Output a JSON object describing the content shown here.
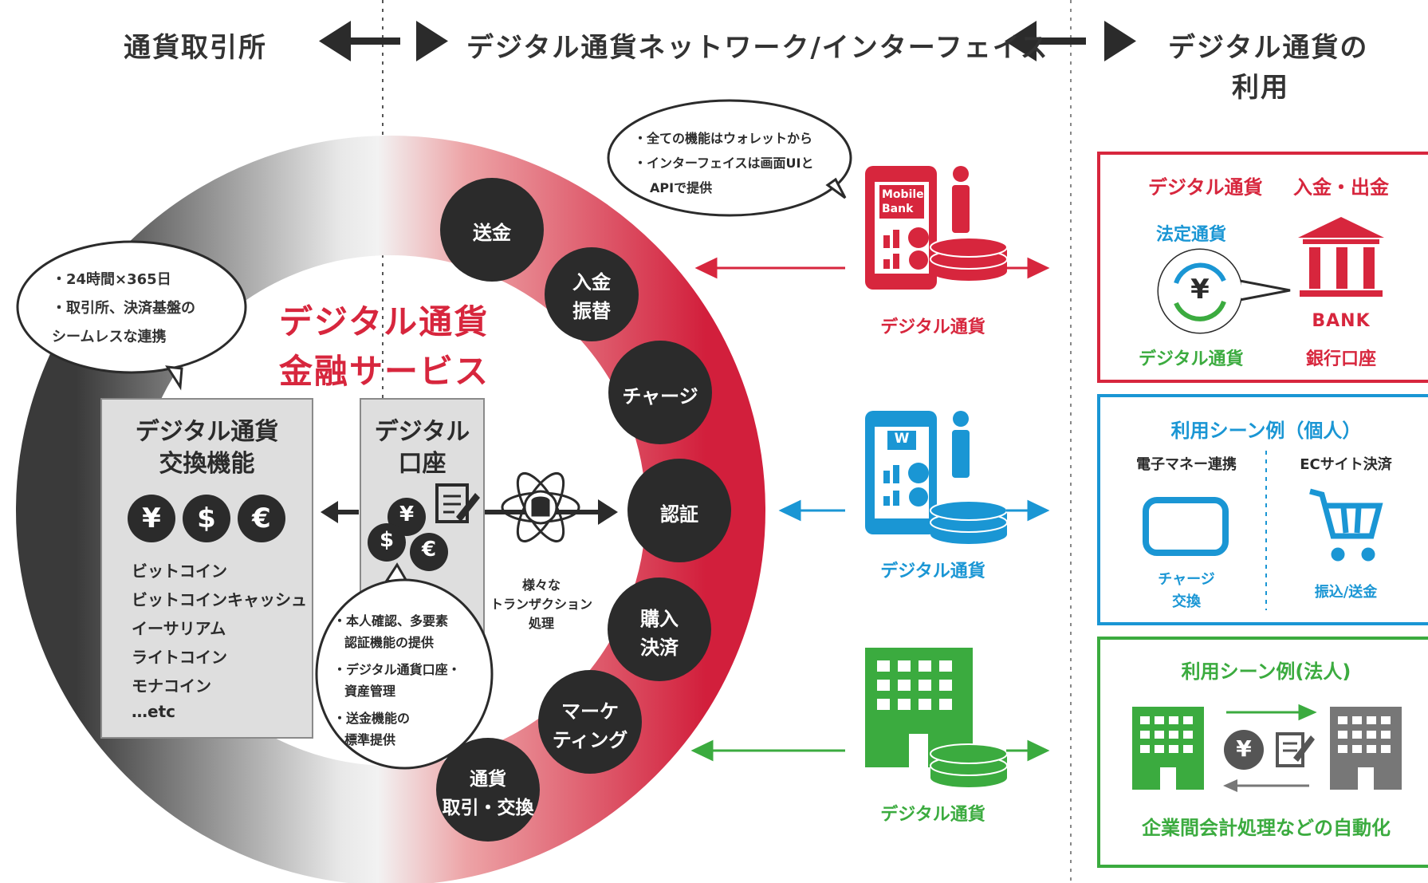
{
  "colors": {
    "red": "#d7263d",
    "blue": "#1a96d4",
    "green": "#3bab3f",
    "dark": "#2b2b2b",
    "gray": "#d9d9d9"
  },
  "header": {
    "left": "通貨取引所",
    "middle": "デジタル通貨ネットワーク/インターフェイス",
    "right_line1": "デジタル通貨の",
    "right_line2": "利用"
  },
  "bubble_24h": {
    "line1": "・24時間×365日",
    "line2": "・取引所、決済基盤の",
    "line3": "シームレスな連携"
  },
  "ring_title": {
    "line1": "デジタル通貨",
    "line2": "金融サービス"
  },
  "exchange_box": {
    "title1": "デジタル通貨",
    "title2": "交換機能",
    "currencies": [
      "¥",
      "$",
      "€"
    ],
    "items": [
      "ビットコイン",
      "ビットコインキャッシュ",
      "イーサリアム",
      "ライトコイン",
      "モナコイン",
      "…etc"
    ]
  },
  "account_box": {
    "title1": "デジタル",
    "title2": "口座"
  },
  "bubble_account": {
    "l1": "・本人確認、多要素",
    "l2": "認証機能の提供",
    "l3": "・デジタル通貨口座・",
    "l4": "資産管理",
    "l5": "・送金機能の",
    "l6": "標準提供"
  },
  "transaction": {
    "line1": "様々な",
    "line2": "トランザクション",
    "line3": "処理"
  },
  "services": [
    {
      "line1": "送金",
      "line2": ""
    },
    {
      "line1": "入金",
      "line2": "振替"
    },
    {
      "line1": "チャージ",
      "line2": ""
    },
    {
      "line1": "認証",
      "line2": ""
    },
    {
      "line1": "購入",
      "line2": "決済"
    },
    {
      "line1": "マーケ",
      "line2": "ティング"
    },
    {
      "line1": "通貨",
      "line2": "取引・交換"
    }
  ],
  "wallet_bubble": {
    "line1": "・全ての機能はウォレットから",
    "line2": "・インターフェイスは画面UIと",
    "line3": "APIで提供"
  },
  "devices": {
    "mobile_label1": "Mobile",
    "mobile_label2": "Bank",
    "word_icon": "W",
    "caption_red": "デジタル通貨",
    "caption_blue": "デジタル通貨",
    "caption_green": "デジタル通貨"
  },
  "panel_red": {
    "title1": "デジタル通貨",
    "title2": "入金・出金",
    "legal": "法定通貨",
    "yen": "¥",
    "digital": "デジタル通貨",
    "bank_word": "BANK",
    "bank_account": "銀行口座"
  },
  "panel_blue": {
    "title": "利用シーン例（個人）",
    "col1": "電子マネー連携",
    "col2": "ECサイト決済",
    "charge": "チャージ",
    "exchange": "交換",
    "transfer": "振込/送金"
  },
  "panel_green": {
    "title": "利用シーン例(法人)",
    "yen": "¥",
    "caption": "企業間会計処理などの自動化"
  }
}
